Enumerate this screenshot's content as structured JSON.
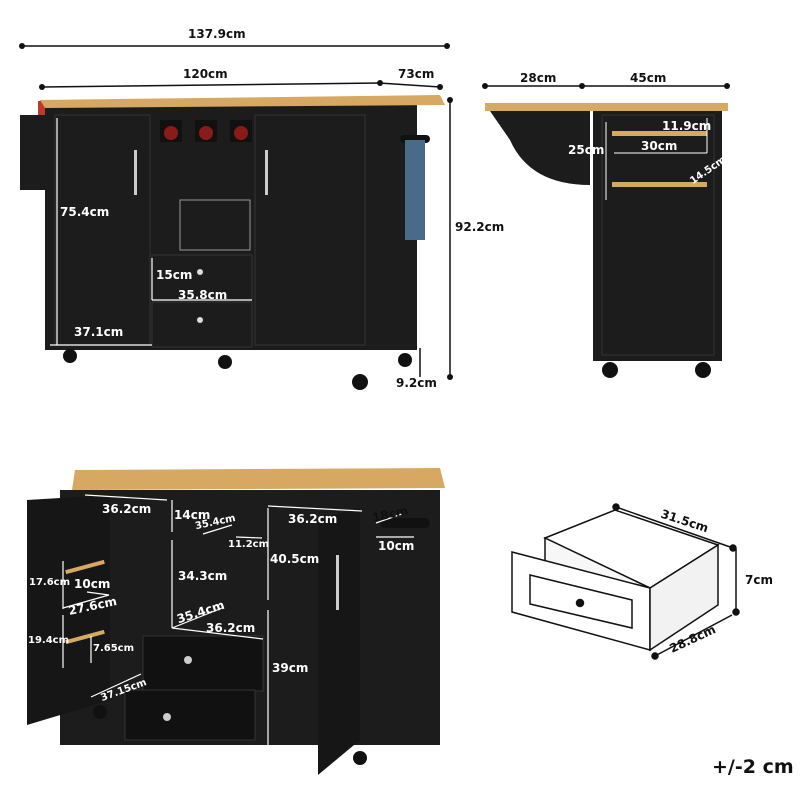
{
  "front_view": {
    "overall_width": "137.9cm",
    "top_width": "120cm",
    "side_extension": "73cm",
    "body_height": "75.4cm",
    "drawer_height": "15cm",
    "drawer_width": "35.8cm",
    "cabinet_width": "37.1cm",
    "total_height": "92.2cm",
    "wheel_height": "9.2cm"
  },
  "side_view": {
    "drop_leaf": "28cm",
    "depth": "45cm",
    "rack_spacing": "11.9cm",
    "rack_height": "25cm",
    "rack_width": "30cm",
    "rack_depth": "14.5cm"
  },
  "open_view": {
    "left_cabinet_width": "36.2cm",
    "wine_slot_height": "14cm",
    "wine_slot_width": "35.4cm",
    "wine_slot_gap": "11.2cm",
    "right_cabinet_width": "36.2cm",
    "towel_bar_length": "18cm",
    "towel_bar_depth": "10cm",
    "door_rack_upper": "17.6cm",
    "door_rack_depth": "10cm",
    "door_rack_width": "27.6cm",
    "door_rack_lower": "19.4cm",
    "door_rack_gap": "7.65cm",
    "middle_height": "34.3cm",
    "right_upper_height": "40.5cm",
    "middle_depth": "35.4cm",
    "middle_width": "36.2cm",
    "right_lower_height": "39cm",
    "cabinet_depth": "37.15cm"
  },
  "drawer_view": {
    "width": "31.5cm",
    "height": "7cm",
    "depth": "28.8cm"
  },
  "tolerance": "+/-2 cm",
  "colors": {
    "cabinet": "#1c1c1c",
    "wood": "#d6a862",
    "line": "#ffffff",
    "dim_line": "#111111"
  }
}
